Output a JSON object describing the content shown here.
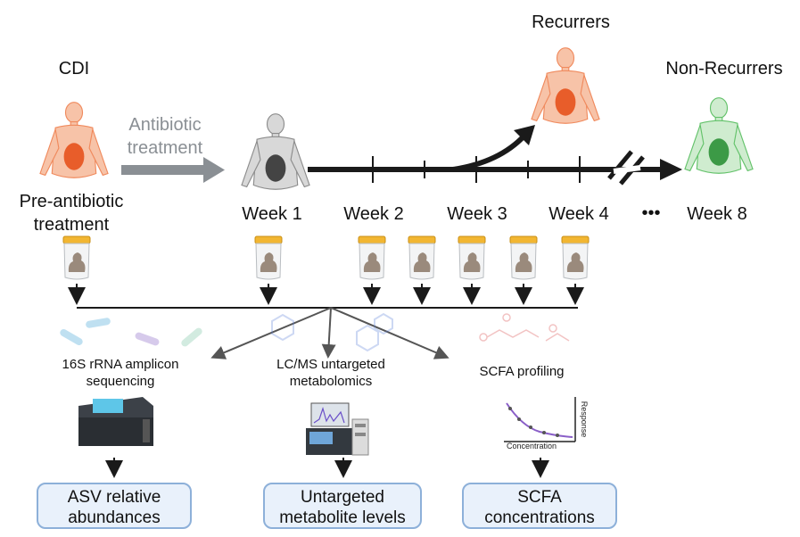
{
  "labels": {
    "cdi": "CDI",
    "antibiotic_line1": "Antibiotic",
    "antibiotic_line2": "treatment",
    "pre_line1": "Pre-antibiotic",
    "pre_line2": "treatment",
    "recurrers": "Recurrers",
    "non_recurrers": "Non-Recurrers",
    "ellipsis": "•••"
  },
  "weeks": [
    "Week 1",
    "Week 2",
    "Week 3",
    "Week 4",
    "Week 8"
  ],
  "methods": [
    {
      "line1": "16S rRNA amplicon",
      "line2": "sequencing"
    },
    {
      "line1": "LC/MS untargeted",
      "line2": "metabolomics"
    },
    {
      "line1": "SCFA profiling",
      "line2": ""
    }
  ],
  "outputs": [
    {
      "line1": "ASV relative",
      "line2": "abundances"
    },
    {
      "line1": "Untargeted",
      "line2": "metabolite levels"
    },
    {
      "line1": "SCFA",
      "line2": "concentrations"
    }
  ],
  "curve_axes": {
    "x": "Concentration",
    "y": "Response"
  },
  "colors": {
    "cdi_body": "#f08a5d",
    "recurrer_body": "#f08a5d",
    "nonrecurrer_body": "#63c26a",
    "week1_body": "#8c8c8c",
    "timeline": "#1a1a1a",
    "antibiotic_arrow": "#8a8f94",
    "output_box_fill": "#e9f1fb",
    "output_box_stroke": "#8db0d9",
    "jar_lid": "#f2b632"
  },
  "icons": [
    "human-body-icon",
    "stool-sample-jar-icon",
    "bacteria-icon",
    "molecule-icon",
    "sequencer-icon",
    "lcms-instrument-icon",
    "calibration-curve-icon"
  ]
}
